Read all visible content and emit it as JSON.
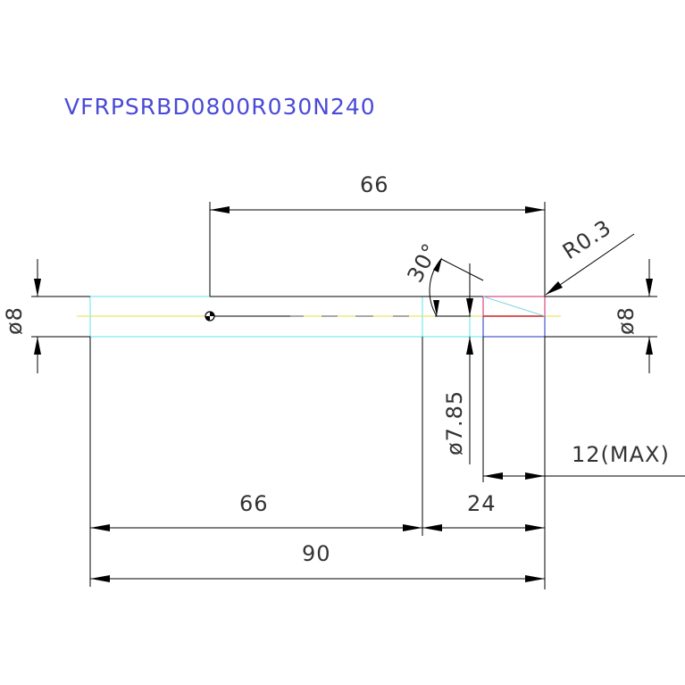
{
  "title": "VFRPSRBD0800R030N240",
  "colors": {
    "title": "#4a4ad8",
    "shank_outline": "#5fe3e8",
    "centerline": "#e8e040",
    "tip_outline": "#d0206a",
    "tip_lower": "#2030c0",
    "tip_fill": "#d02020",
    "tip_chamfer": "#7fd6e0",
    "dimension": "#000000",
    "text": "#333333"
  },
  "dimensions": {
    "top_length": "66",
    "radius": "R0.3",
    "angle": "30°",
    "dia_left": "ø8",
    "dia_right": "ø8",
    "dia_neck": "ø7.85",
    "max_length": "12(MAX)",
    "tip_length": "24",
    "bottom_length": "66",
    "overall_length": "90"
  }
}
